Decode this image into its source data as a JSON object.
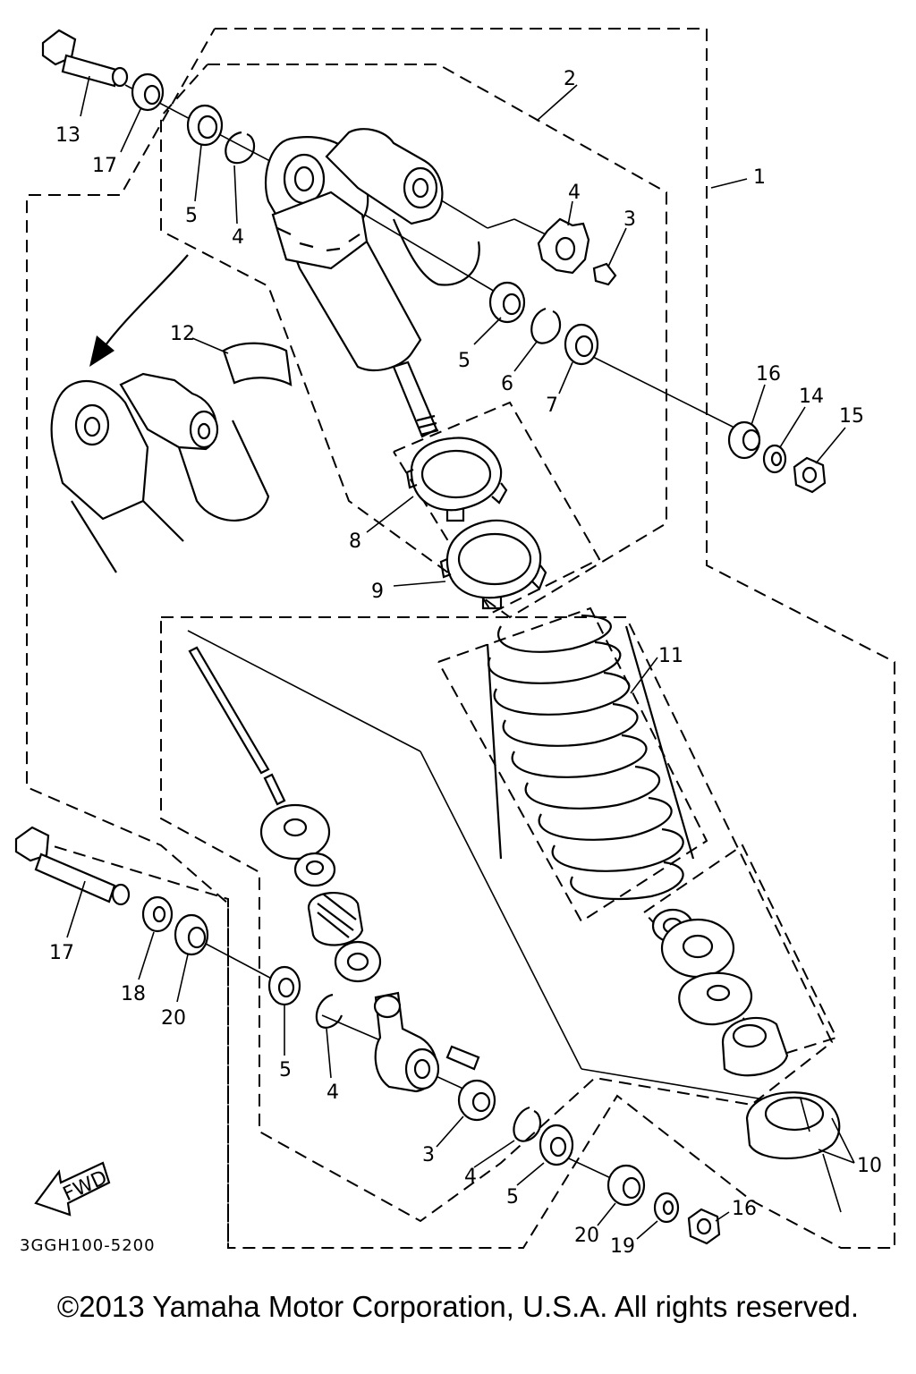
{
  "diagram": {
    "part_numbers": [
      "1",
      "2",
      "3",
      "4",
      "5",
      "6",
      "7",
      "8",
      "9",
      "10",
      "11",
      "12",
      "13",
      "14",
      "15",
      "16",
      "17",
      "18",
      "19",
      "20"
    ],
    "labels": {
      "l1": "1",
      "l2": "2",
      "l3a": "3",
      "l3b": "3",
      "l4a": "4",
      "l4b": "4",
      "l4c": "4",
      "l4d": "4",
      "l5a": "5",
      "l5b": "5",
      "l5c": "5",
      "l5d": "5",
      "l6": "6",
      "l7": "7",
      "l8": "8",
      "l9": "9",
      "l10": "10",
      "l11": "11",
      "l12": "12",
      "l13": "13",
      "l14": "14",
      "l15": "15",
      "l16a": "16",
      "l16b": "16",
      "l17a": "17",
      "l17b": "17",
      "l18": "18",
      "l19": "19",
      "l20a": "20",
      "l20b": "20"
    },
    "fwd_label": "FWD",
    "diagram_code": "3GGH100-5200"
  },
  "footer": {
    "copyright": "©2013 Yamaha Motor Corporation, U.S.A. All rights reserved."
  }
}
